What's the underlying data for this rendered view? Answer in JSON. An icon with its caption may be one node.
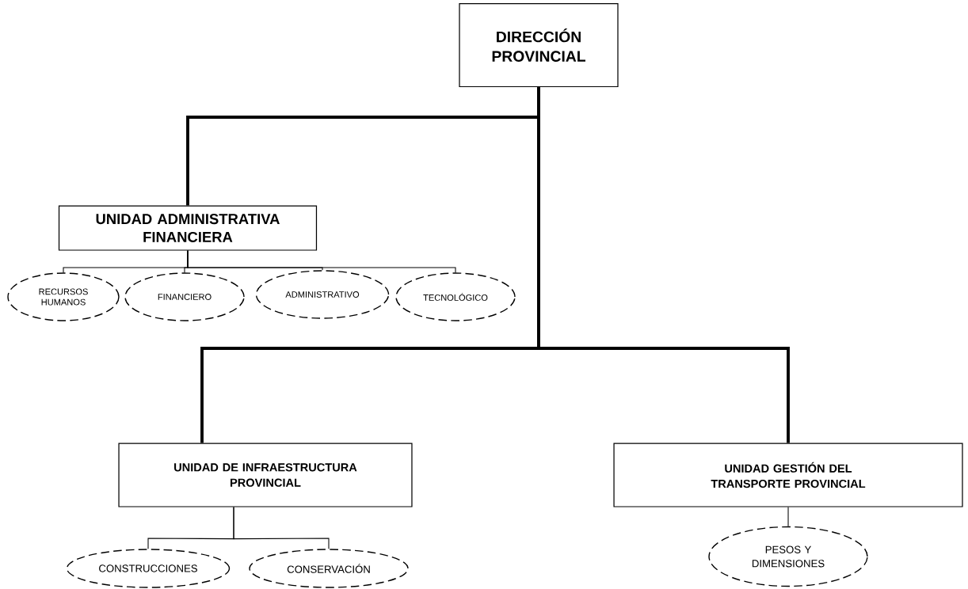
{
  "diagram": {
    "nodes": [
      {
        "text": [
          "DIRECCIÓN PROVINCIAL"
        ]
      },
      {
        "text": [
          "UNIDAD ADMINISTRATIVA FINANCIERA"
        ]
      },
      {
        "text": [
          "RECURSOS HUMANOS"
        ]
      },
      {
        "text": [
          "FINANCIERO"
        ]
      },
      {
        "text": [
          "ADMINISTRATIVO"
        ]
      },
      {
        "text": [
          "TECNOLÓGICO"
        ]
      },
      {
        "text": [
          "UNIDAD DE INFRAESTRUCTURA PROVINCIAL"
        ]
      },
      {
        "text": [
          "UNIDAD GESTIÓN DEL TRANSPORTE PROVINCIAL"
        ]
      },
      {
        "text": [
          "CONSTRUCCIONES"
        ]
      },
      {
        "text": [
          "CONSERVACIÓN"
        ]
      },
      {
        "text": [
          "PESOS Y DIMENSIONES"
        ]
      }
    ],
    "edges": [
      {
        "from": 0,
        "to": 1,
        "arrow": "none",
        "style": "thick"
      },
      {
        "from": 1,
        "to": 2,
        "arrow": "none"
      },
      {
        "from": 1,
        "to": 3,
        "arrow": "none"
      },
      {
        "from": 1,
        "to": 4,
        "arrow": "none"
      },
      {
        "from": 1,
        "to": 5,
        "arrow": "none"
      },
      {
        "from": 0,
        "to": 6,
        "arrow": "none",
        "style": "thick"
      },
      {
        "from": 0,
        "to": 7,
        "arrow": "none",
        "style": "thick"
      },
      {
        "from": 6,
        "to": 8,
        "arrow": "none"
      },
      {
        "from": 6,
        "to": 9,
        "arrow": "none"
      },
      {
        "from": 7,
        "to": 10,
        "arrow": "none"
      }
    ]
  }
}
